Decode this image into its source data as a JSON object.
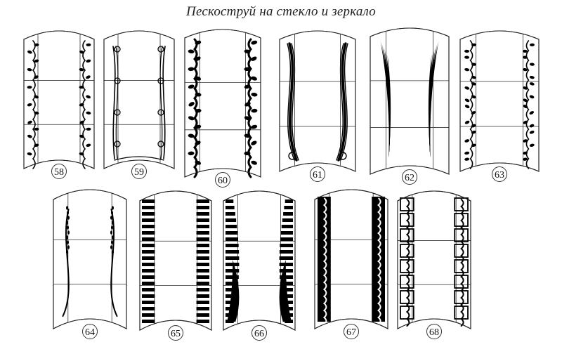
{
  "title": "Пескоструй на стекло и зеркало",
  "panels": [
    {
      "number": "58",
      "pattern": "floral-vine"
    },
    {
      "number": "59",
      "pattern": "scroll-frame"
    },
    {
      "number": "60",
      "pattern": "baroque-border"
    },
    {
      "number": "61",
      "pattern": "nouveau-waves"
    },
    {
      "number": "62",
      "pattern": "leaf-strokes"
    },
    {
      "number": "63",
      "pattern": "star-vine"
    },
    {
      "number": "64",
      "pattern": "dotted-curve"
    },
    {
      "number": "65",
      "pattern": "horizontal-bars"
    },
    {
      "number": "66",
      "pattern": "curtain-bars"
    },
    {
      "number": "67",
      "pattern": "black-stream"
    },
    {
      "number": "68",
      "pattern": "boxed-stream"
    }
  ]
}
